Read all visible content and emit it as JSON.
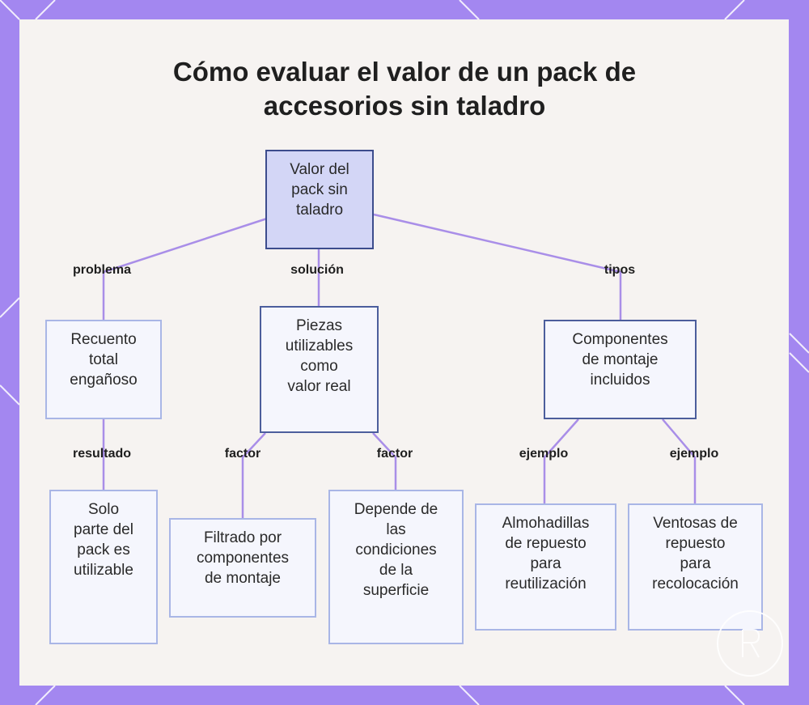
{
  "title": "Cómo evaluar el valor de un pack de\naccesorios sin taladro",
  "colors": {
    "frame": "#a387f0",
    "panel": "#f6f3f1",
    "edge": "#a98ee8",
    "node_fill": "#f5f6fd",
    "node_border": "#a9b6e6",
    "root_fill": "#d3d6f6",
    "root_border": "#3c4c8d"
  },
  "nodes": {
    "root": "Valor del\npack sin\ntaladro",
    "recuento": "Recuento\ntotal\nengañoso",
    "piezas": "Piezas\nutilizables\ncomo\nvalor real",
    "componentes": "Componentes\nde montaje\nincluidos",
    "solo": "Solo\nparte del\npack es\nutilizable",
    "filtrado": "Filtrado por\ncomponentes\nde montaje",
    "depende": "Depende de\nlas\ncondiciones\nde la\nsuperficie",
    "almohadillas": "Almohadillas\nde repuesto\npara\nreutilización",
    "ventosas": "Ventosas de\nrepuesto\npara\nrecolocación"
  },
  "edges": {
    "problema": "problema",
    "solucion": "solución",
    "tipos": "tipos",
    "resultado": "resultado",
    "factor_1": "factor",
    "factor_2": "factor",
    "ejemplo_1": "ejemplo",
    "ejemplo_2": "ejemplo"
  },
  "logo_icon": "rh-monogram-icon"
}
